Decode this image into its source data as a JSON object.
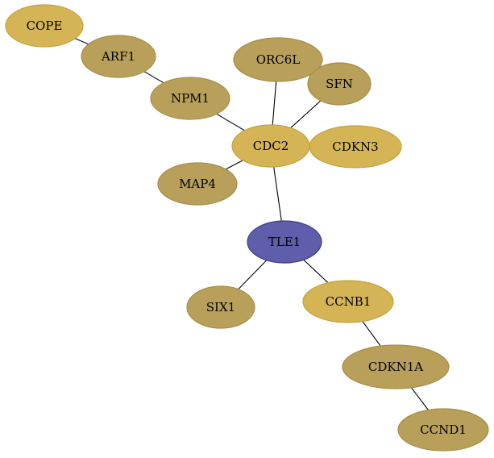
{
  "graph": {
    "colors": {
      "gold": "#d4b454",
      "khaki": "#b8a05a",
      "blue": "#5e5eaa",
      "edge": "#000000"
    },
    "nodes": [
      {
        "id": "COPE",
        "label": "COPE",
        "color": "gold"
      },
      {
        "id": "ARF1",
        "label": "ARF1",
        "color": "khaki"
      },
      {
        "id": "ORC6L",
        "label": "ORC6L",
        "color": "khaki"
      },
      {
        "id": "SFN",
        "label": "SFN",
        "color": "khaki"
      },
      {
        "id": "NPM1",
        "label": "NPM1",
        "color": "khaki"
      },
      {
        "id": "CDC2",
        "label": "CDC2",
        "color": "gold"
      },
      {
        "id": "CDKN3",
        "label": "CDKN3",
        "color": "gold"
      },
      {
        "id": "MAP4",
        "label": "MAP4",
        "color": "khaki"
      },
      {
        "id": "TLE1",
        "label": "TLE1",
        "color": "blue"
      },
      {
        "id": "SIX1",
        "label": "SIX1",
        "color": "khaki"
      },
      {
        "id": "CCNB1",
        "label": "CCNB1",
        "color": "gold"
      },
      {
        "id": "CDKN1A",
        "label": "CDKN1A",
        "color": "khaki"
      },
      {
        "id": "CCND1",
        "label": "CCND1",
        "color": "khaki"
      }
    ],
    "edges": [
      {
        "source": "COPE",
        "target": "ARF1"
      },
      {
        "source": "ARF1",
        "target": "NPM1"
      },
      {
        "source": "NPM1",
        "target": "CDC2"
      },
      {
        "source": "ORC6L",
        "target": "CDC2"
      },
      {
        "source": "SFN",
        "target": "CDC2"
      },
      {
        "source": "MAP4",
        "target": "CDC2"
      },
      {
        "source": "CDC2",
        "target": "TLE1"
      },
      {
        "source": "TLE1",
        "target": "SIX1"
      },
      {
        "source": "TLE1",
        "target": "CCNB1"
      },
      {
        "source": "CCNB1",
        "target": "CDKN1A"
      },
      {
        "source": "CDKN1A",
        "target": "CCND1"
      }
    ]
  }
}
